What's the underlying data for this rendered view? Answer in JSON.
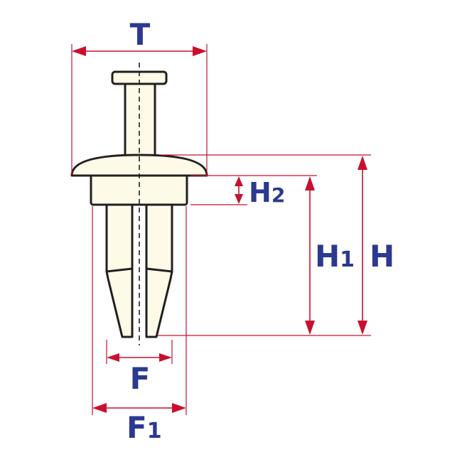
{
  "colors": {
    "dimension": "#c8102e",
    "label": "#2b3990",
    "outline": "#231f20",
    "fill": "#fdfbe8"
  },
  "labels": {
    "T": "T",
    "H": "H",
    "H1_main": "H",
    "H1_sub": "1",
    "H2_main": "H",
    "H2_sub": "2",
    "F": "F",
    "F1_main": "F",
    "F1_sub": "1"
  }
}
